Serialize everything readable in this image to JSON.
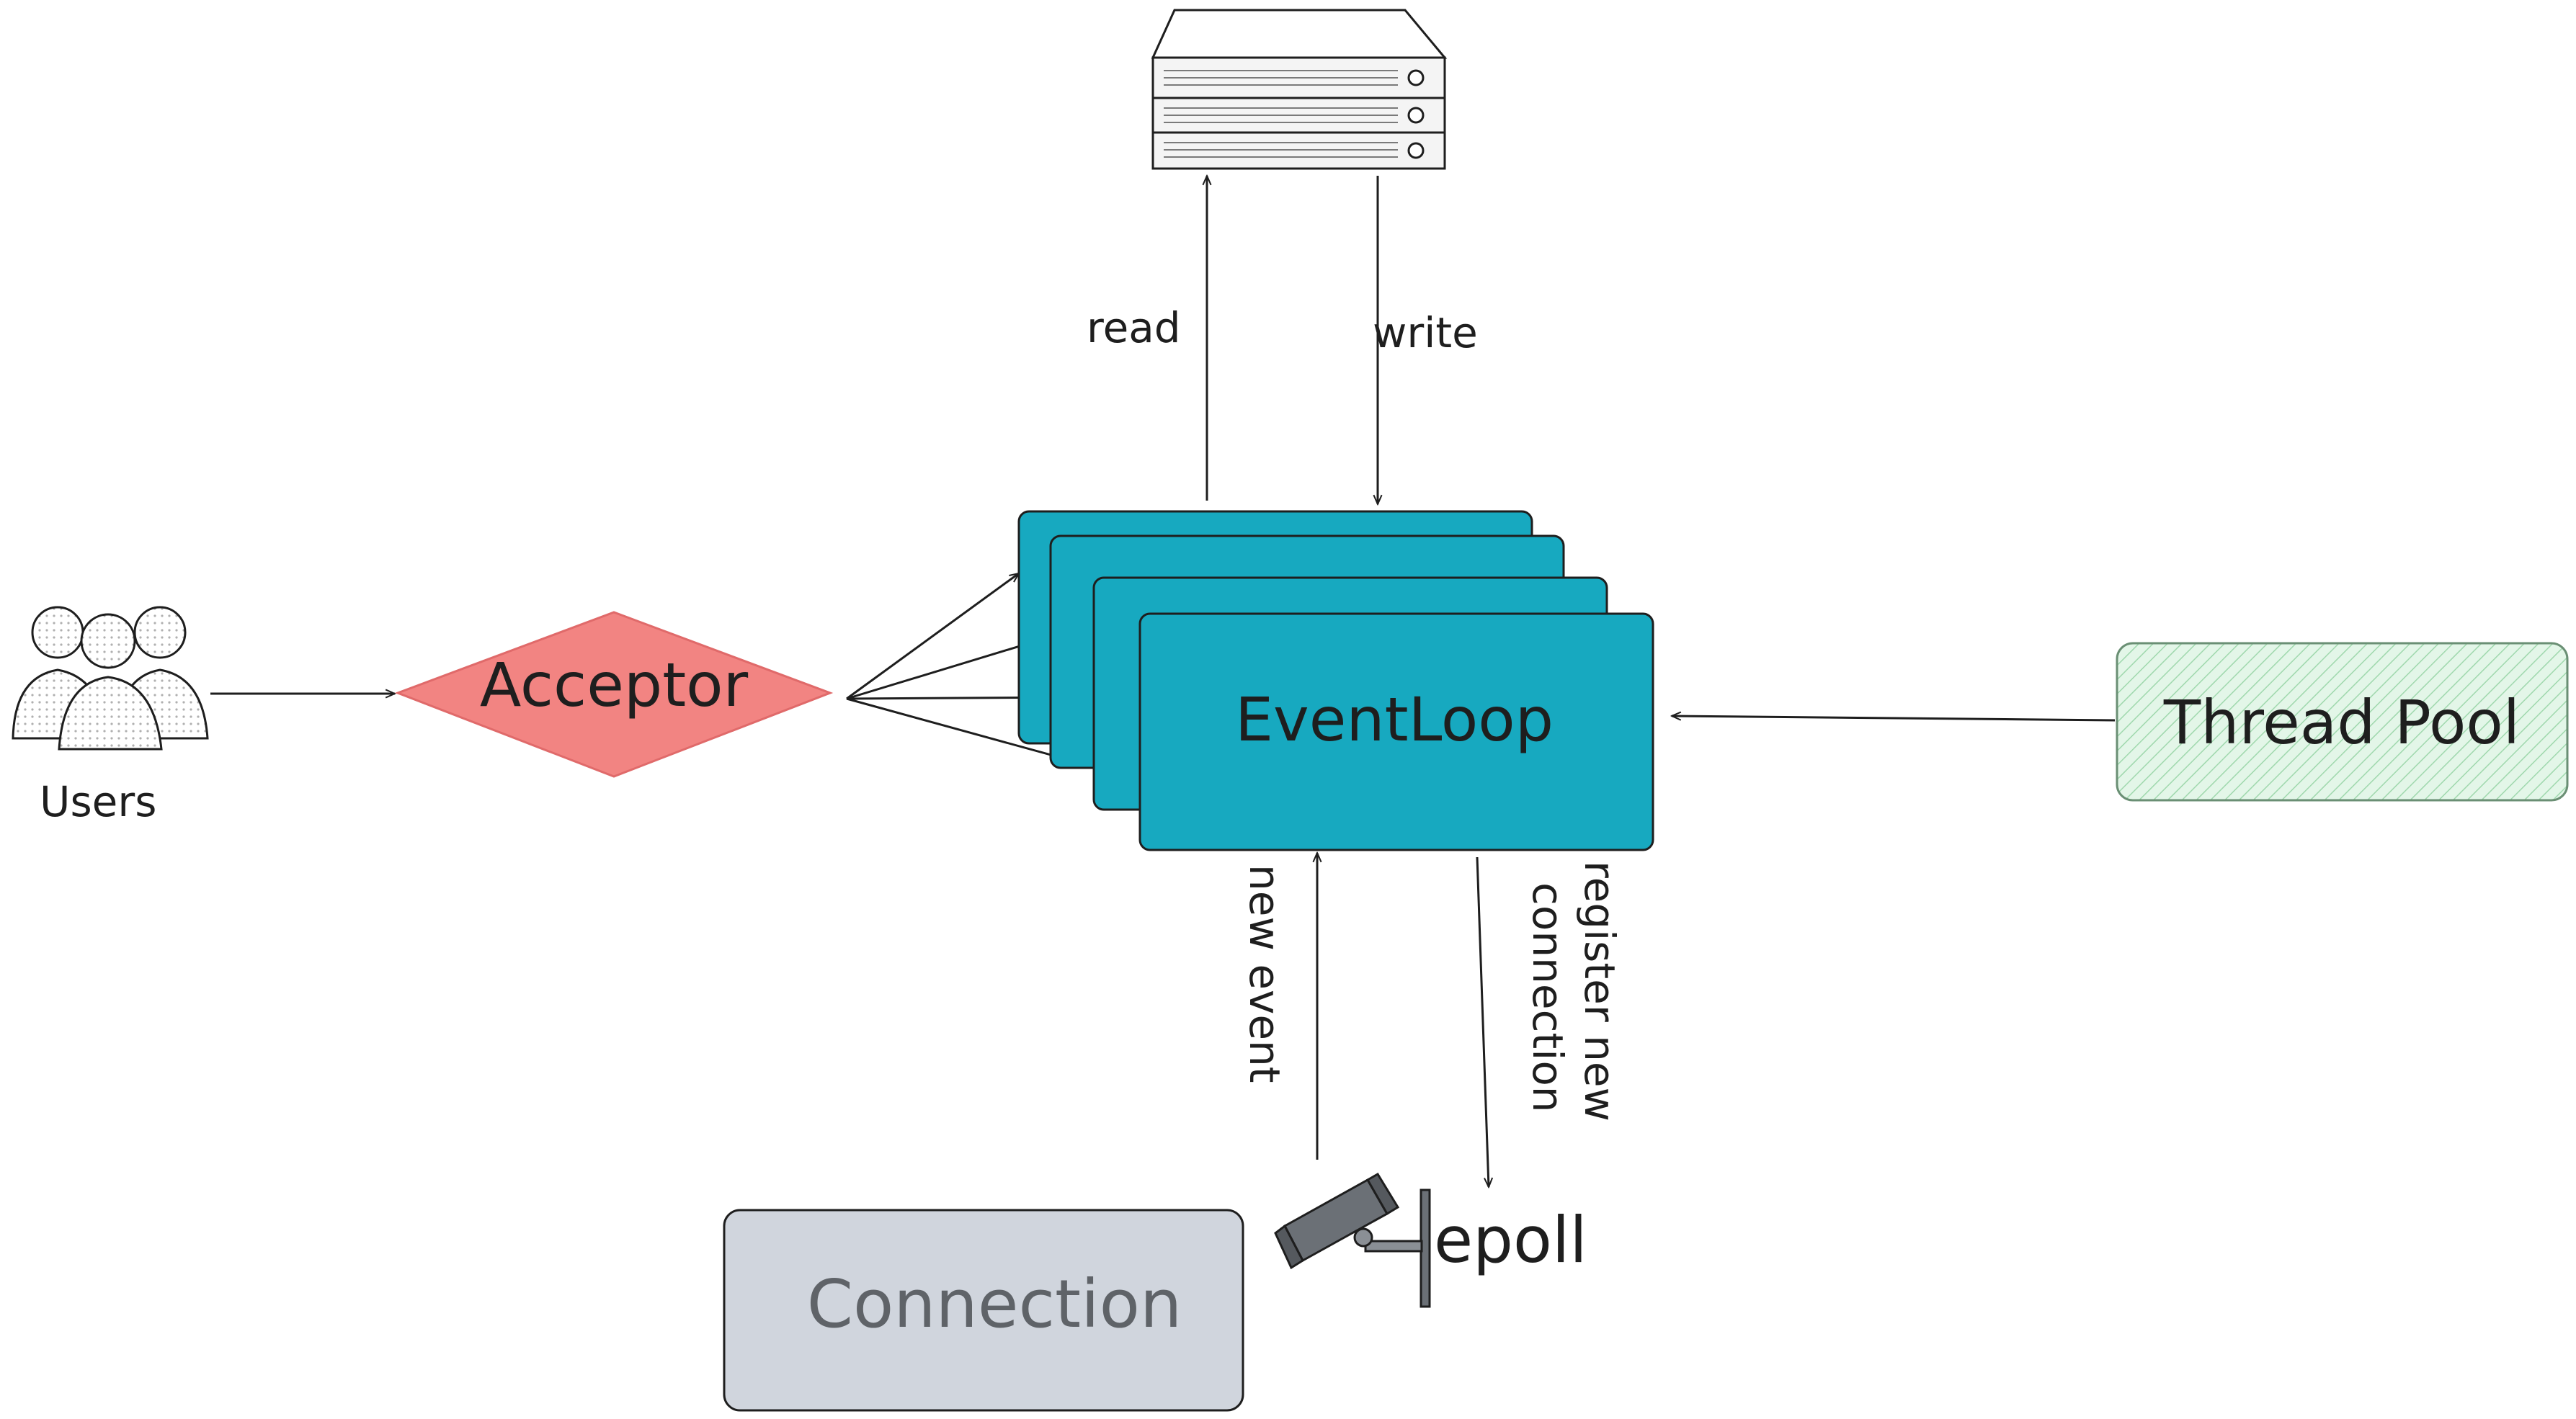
{
  "nodes": {
    "users": "Users",
    "acceptor": "Acceptor",
    "eventloop": "EventLoop",
    "thread_pool": "Thread Pool",
    "connection": "Connection",
    "epoll": "epoll"
  },
  "edges": {
    "read": "read",
    "write": "write",
    "new_event": "new event",
    "register_line1": "register new",
    "register_line2": "connection"
  },
  "colors": {
    "acceptor_fill": "#f28482",
    "eventloop_fill": "#17a9c0",
    "thread_pool_fill": "#d4f1dc",
    "connection_fill": "#d0d5dd",
    "stroke": "#1e1e1e"
  },
  "icons": [
    "users-icon",
    "server-icon",
    "camera-icon"
  ]
}
